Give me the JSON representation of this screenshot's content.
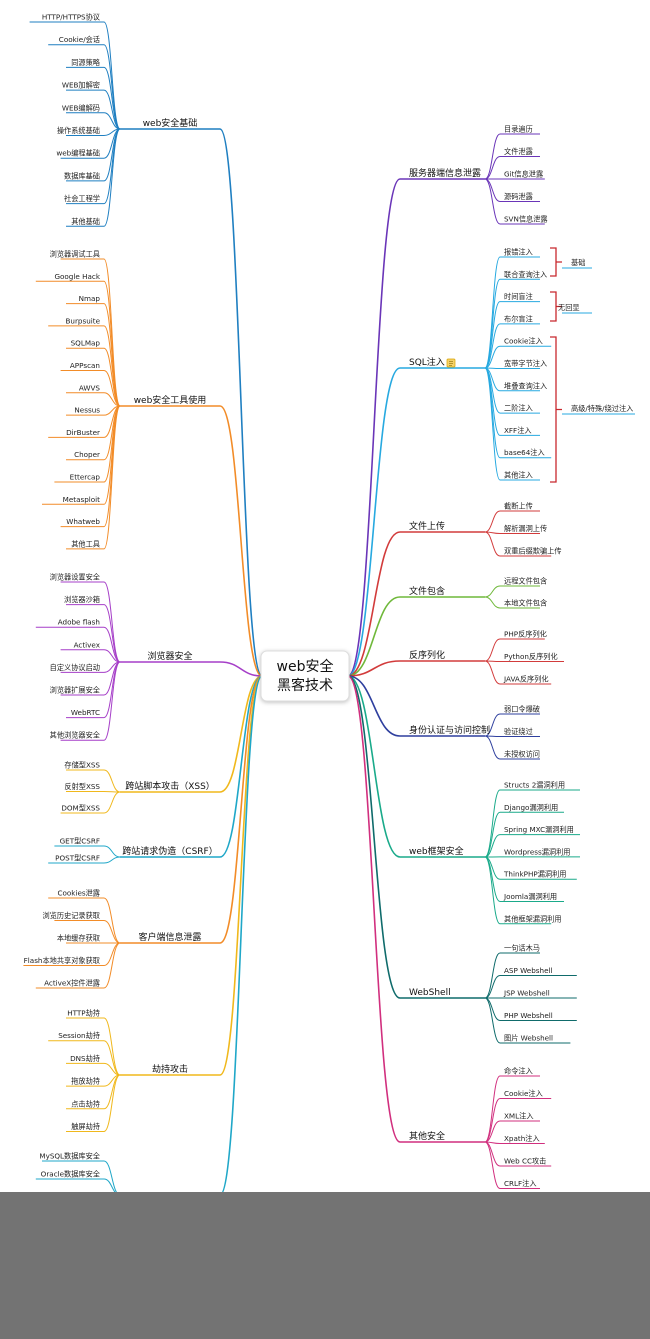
{
  "center": {
    "line1": "web安全",
    "line2": "黑客技术"
  },
  "colors": {
    "blue": "#1f7fc1",
    "orange": "#f28c28",
    "purple": "#a63fc8",
    "yellow": "#f0b81c",
    "cyan": "#1fa7c8",
    "violet": "#6a35b8",
    "sky": "#27a9e0",
    "red": "#d23b3b",
    "green": "#6fb83a",
    "navy": "#2e3f9e",
    "teal": "#1aaa8a",
    "darkteal": "#0f6b6b",
    "magenta": "#d12f7e",
    "bracket": "#c8282e"
  },
  "left": [
    {
      "label": "web安全基础",
      "color": "blue",
      "children": [
        "HTTP/HTTPS协议",
        "Cookie/会话",
        "同源策略",
        "WEB加解密",
        "WEB编解码",
        "操作系统基础",
        "web编程基础",
        "数据库基础",
        "社会工程学",
        "其他基础"
      ]
    },
    {
      "label": "web安全工具使用",
      "color": "orange",
      "children": [
        "浏览器调试工具",
        "Google Hack",
        "Nmap",
        "Burpsuite",
        "SQLMap",
        "APPscan",
        "AWVS",
        "Nessus",
        "DirBuster",
        "Choper",
        "Ettercap",
        "Metasploit",
        "Whatweb",
        "其他工具"
      ]
    },
    {
      "label": "浏览器安全",
      "color": "purple",
      "children": [
        "浏览器设置安全",
        "浏览器沙箱",
        "Adobe flash",
        "Activex",
        "自定义协议启动",
        "浏览器扩展安全",
        "WebRTC",
        "其他浏览器安全"
      ]
    },
    {
      "label": "跨站脚本攻击（XSS）",
      "color": "yellow",
      "children": [
        "存储型XSS",
        "反射型XSS",
        "DOM型XSS"
      ]
    },
    {
      "label": "跨站请求伪造（CSRF）",
      "color": "cyan",
      "children": [
        "GET型CSRF",
        "POST型CSRF"
      ]
    },
    {
      "label": "客户端信息泄露",
      "color": "orange",
      "children": [
        "Cookies泄露",
        "浏览历史记录获取",
        "本地缓存获取",
        "Flash本地共享对象获取",
        "ActiveX控件泄露"
      ]
    },
    {
      "label": "劫持攻击",
      "color": "yellow",
      "children": [
        "HTTP劫持",
        "Session劫持",
        "DNS劫持",
        "拖放劫持",
        "点击劫持",
        "触屏劫持"
      ]
    },
    {
      "label": "",
      "color": "cyan",
      "children": [
        "MySQL数据库安全",
        "Oracle数据库安全"
      ]
    }
  ],
  "right": [
    {
      "label": "服务器端信息泄露",
      "color": "violet",
      "children": [
        "目录遍历",
        "文件泄露",
        "Git信息泄露",
        "源码泄露",
        "SVN信息泄露"
      ]
    },
    {
      "label": "SQL注入",
      "color": "sky",
      "children": [
        "报错注入",
        "联合查询注入",
        "时间盲注",
        "布尔盲注",
        "Cookie注入",
        "宽带字节注入",
        "堆叠查询注入",
        "二阶注入",
        "XFF注入",
        "base64注入",
        "其他注入"
      ]
    },
    {
      "label": "文件上传",
      "color": "red",
      "children": [
        "截断上传",
        "解析漏洞上传",
        "双重后缀欺骗上传"
      ]
    },
    {
      "label": "文件包含",
      "color": "green",
      "children": [
        "远程文件包含",
        "本地文件包含"
      ]
    },
    {
      "label": "反序列化",
      "color": "red",
      "children": [
        "PHP反序列化",
        "Python反序列化",
        "JAVA反序列化"
      ]
    },
    {
      "label": "身份认证与访问控制",
      "color": "navy",
      "children": [
        "弱口令爆破",
        "验证绕过",
        "未授权访问"
      ]
    },
    {
      "label": "web框架安全",
      "color": "teal",
      "children": [
        "Structs 2漏洞利用",
        "Django漏洞利用",
        "Spring MXC漏洞利用",
        "Wordpress漏洞利用",
        "ThinkPHP漏洞利用",
        "Joomla漏洞利用",
        "其他框架漏洞利用"
      ]
    },
    {
      "label": "WebShell",
      "color": "darkteal",
      "children": [
        "一句话木马",
        "ASP Webshell",
        "JSP Webshell",
        "PHP Webshell",
        "图片 Webshell"
      ]
    },
    {
      "label": "其他安全",
      "color": "magenta",
      "children": [
        "命令注入",
        "Cookie注入",
        "XML注入",
        "Xpath注入",
        "Web CC攻击",
        "CRLF注入"
      ]
    }
  ],
  "sql_notes": [
    {
      "label": "基础"
    },
    {
      "label": "无回显"
    },
    {
      "label": "高级/特殊/绕过注入"
    }
  ]
}
